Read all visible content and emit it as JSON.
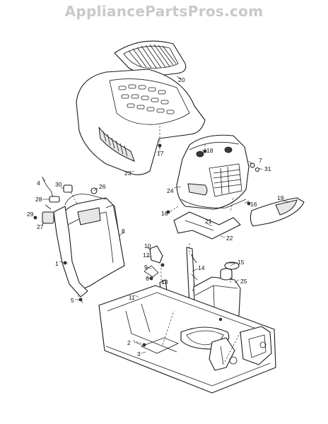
{
  "watermark": "AppliancePartsPros.com",
  "callouts": [
    "20",
    "17",
    "18",
    "23",
    "7",
    "31",
    "24",
    "26",
    "4",
    "30",
    "28",
    "16",
    "19",
    "29",
    "27",
    "21",
    "22",
    "8",
    "10",
    "12",
    "9",
    "6",
    "1",
    "15",
    "14",
    "25",
    "11",
    "13",
    "5",
    "2",
    "3"
  ]
}
